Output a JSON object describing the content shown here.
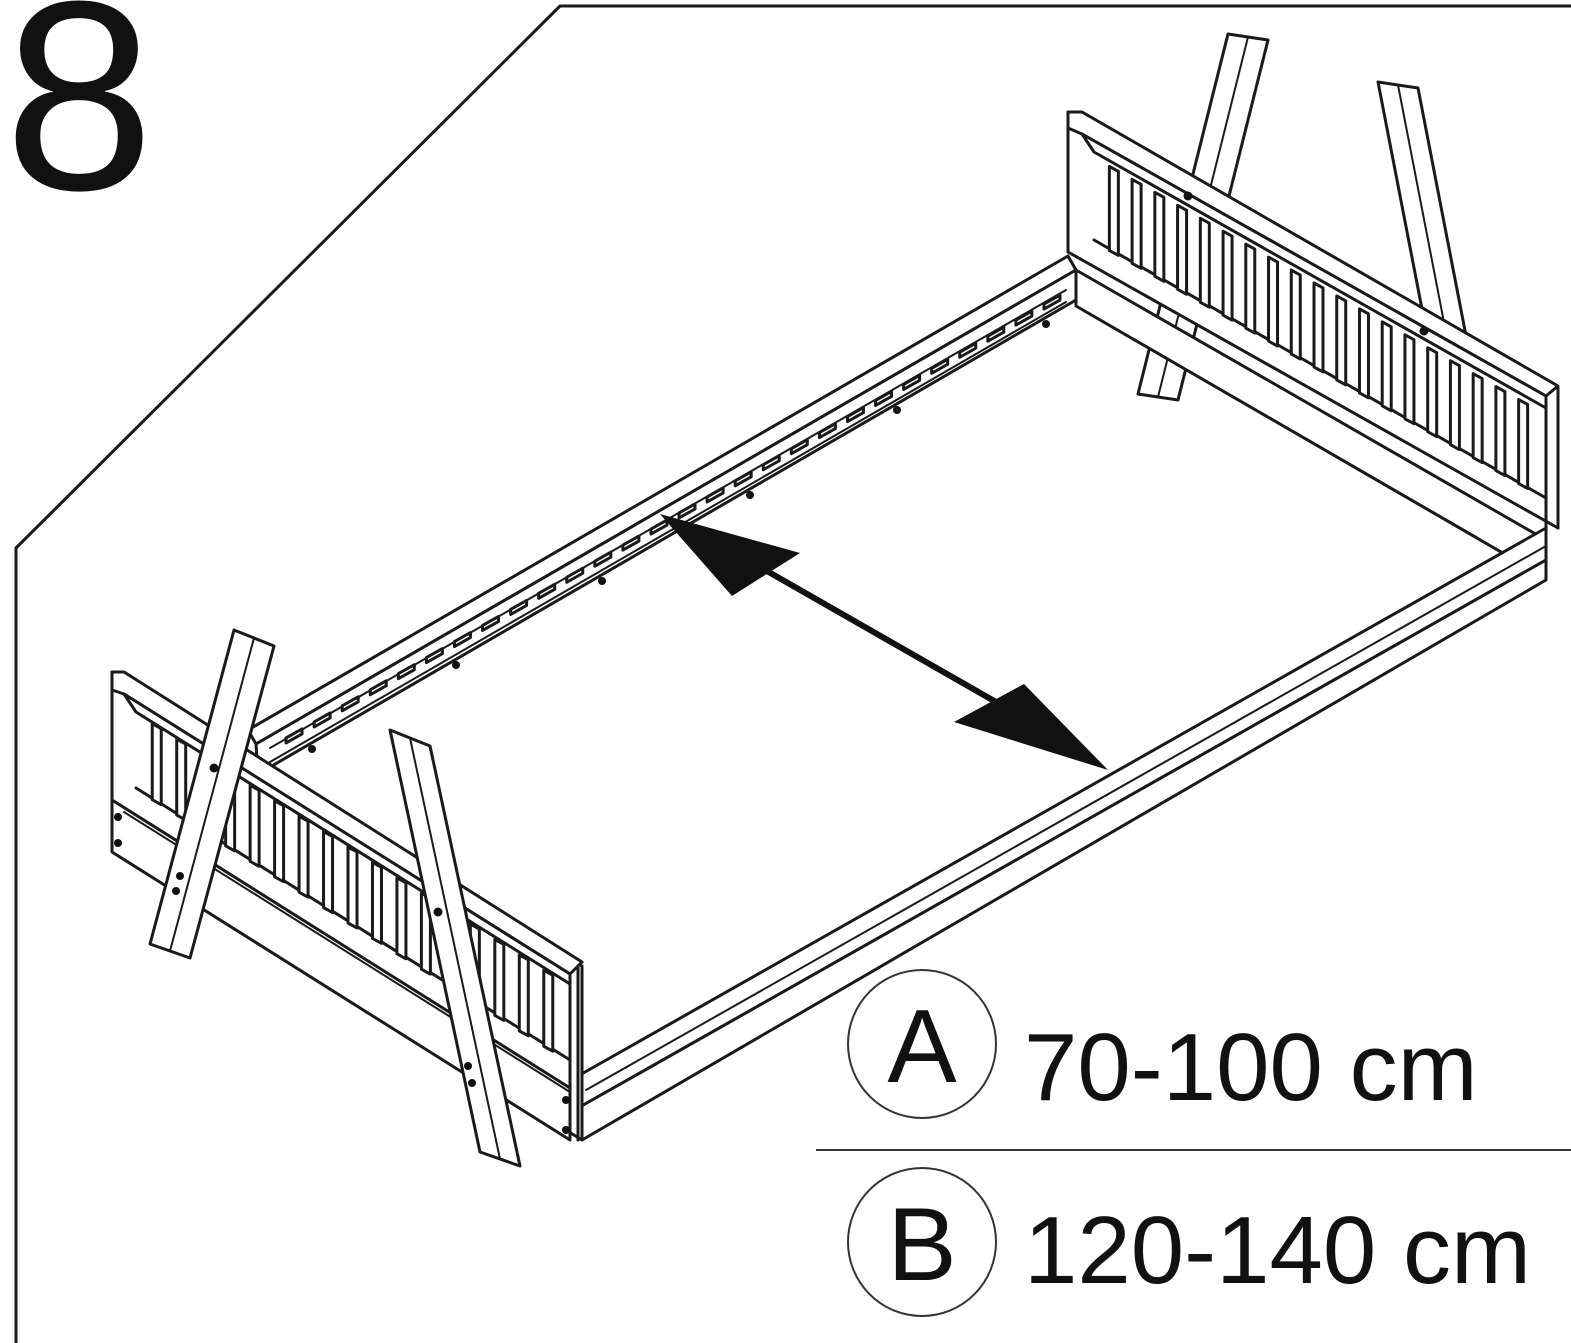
{
  "step": {
    "number": "8"
  },
  "options": [
    {
      "letter": "A",
      "range": "70-100 cm"
    },
    {
      "letter": "B",
      "range": "120-140 cm"
    }
  ],
  "colors": {
    "line": "#1a1a1a",
    "background": "#ffffff"
  },
  "icons": {
    "width_arrow": "double-headed-arrow-icon"
  }
}
